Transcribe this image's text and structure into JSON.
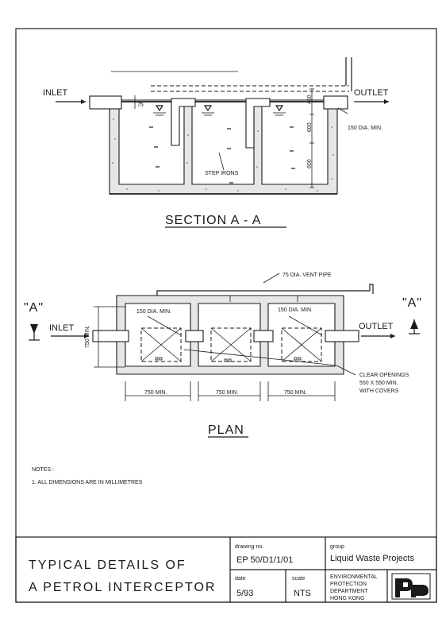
{
  "section": {
    "heading": "SECTION  A - A",
    "inlet": "INLET",
    "outlet": "OUTLET",
    "dim_top": "75",
    "dim_450": "450",
    "dim_600a": "600",
    "dim_600b": "600",
    "pipe_dia": "150 DIA. MIN.",
    "step_irons": "STEP IRONS"
  },
  "plan": {
    "heading": "PLAN",
    "vent_pipe": "75 DIA. VENT PIPE",
    "section_mark_left": "\"A\"",
    "section_mark_right": "\"A\"",
    "inlet": "INLET",
    "outlet": "OUTLET",
    "pipe_dia_left": "150 DIA. MIN.",
    "pipe_dia_right": "150 DIA. MIN.",
    "dim_height": "750 MIN.",
    "dim_w1": "750 MIN.",
    "dim_w2": "750 MIN.",
    "dim_w3": "750 MIN.",
    "openings_l1": "CLEAR OPENINGS",
    "openings_l2": "550 X 550 MIN.",
    "openings_l3": "WITH COVERS"
  },
  "notes": {
    "heading": "NOTES :",
    "item1": "1.  ALL DIMENSIONS ARE IN MILLIMETRES"
  },
  "titleblock": {
    "title_l1": "TYPICAL DETAILS OF",
    "title_l2": "A PETROL INTERCEPTOR",
    "drawing_no_label": "drawing no.",
    "drawing_no": "EP 50/D1/1/01",
    "group_label": "group",
    "group": "Liquid Waste Projects",
    "date_label": "date",
    "date": "5/93",
    "scale_label": "scale",
    "scale": "NTS",
    "dept_l1": "ENVIRONMENTAL",
    "dept_l2": "PROTECTION",
    "dept_l3": "DEPARTMENT",
    "dept_l4": "HONG KONG"
  }
}
